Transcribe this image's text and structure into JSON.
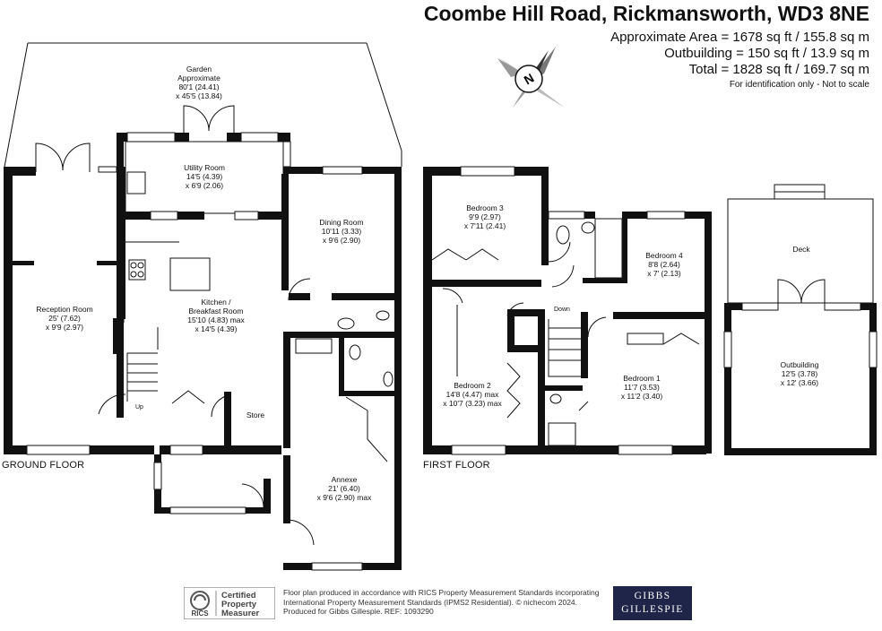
{
  "header": {
    "title": "Coombe Hill Road, Rickmansworth, WD3 8NE",
    "area_main": "Approximate Area = 1678 sq ft / 155.8 sq m",
    "area_outbuilding": "Outbuilding = 150 sq ft / 13.9 sq m",
    "area_total": "Total = 1828 sq ft / 169.7 sq m",
    "note": "For identification only - Not to scale"
  },
  "compass": {
    "letter": "N"
  },
  "floors": {
    "ground": "GROUND FLOOR",
    "first": "FIRST FLOOR"
  },
  "rooms": {
    "garden": [
      "Garden",
      "Approximate",
      "80'1 (24.41)",
      "x 45'5 (13.84)"
    ],
    "utility": [
      "Utility Room",
      "14'5 (4.39)",
      "x 6'9 (2.06)"
    ],
    "dining": [
      "Dining Room",
      "10'11 (3.33)",
      "x 9'6 (2.90)"
    ],
    "reception": [
      "Reception Room",
      "25' (7.62)",
      "x 9'9 (2.97)"
    ],
    "kitchen": [
      "Kitchen /",
      "Breakfast Room",
      "15'10 (4.83) max",
      "x 14'5 (4.39)"
    ],
    "store": [
      "Store"
    ],
    "up": [
      "Up"
    ],
    "annexe": [
      "Annexe",
      "21' (6.40)",
      "x 9'6 (2.90) max"
    ],
    "bedroom3": [
      "Bedroom 3",
      "9'9 (2.97)",
      "x 7'11 (2.41)"
    ],
    "bedroom4": [
      "Bedroom 4",
      "8'8 (2.64)",
      "x 7' (2.13)"
    ],
    "down": [
      "Down"
    ],
    "bedroom2": [
      "Bedroom 2",
      "14'8 (4.47) max",
      "x 10'7 (3.23) max"
    ],
    "bedroom1": [
      "Bedroom 1",
      "11'7 (3.53)",
      "x 11'2 (3.40)"
    ],
    "deck": [
      "Deck"
    ],
    "outbuilding": [
      "Outbuilding",
      "12'5 (3.78)",
      "x 12' (3.66)"
    ]
  },
  "footer": {
    "rics_line1": "Certified",
    "rics_line2": "Property",
    "rics_line3": "Measurer",
    "rics_logo": "RICS",
    "text_line1": "Floor plan produced in accordance with RICS Property Measurement Standards incorporating",
    "text_line2": "International Property Measurement Standards (IPMS2 Residential). © nichecom 2024.",
    "text_line3": "Produced for Gibbs Gillespie.   REF: 1093290",
    "brand_line1": "GIBBS",
    "brand_line2": "GILLESPIE"
  }
}
